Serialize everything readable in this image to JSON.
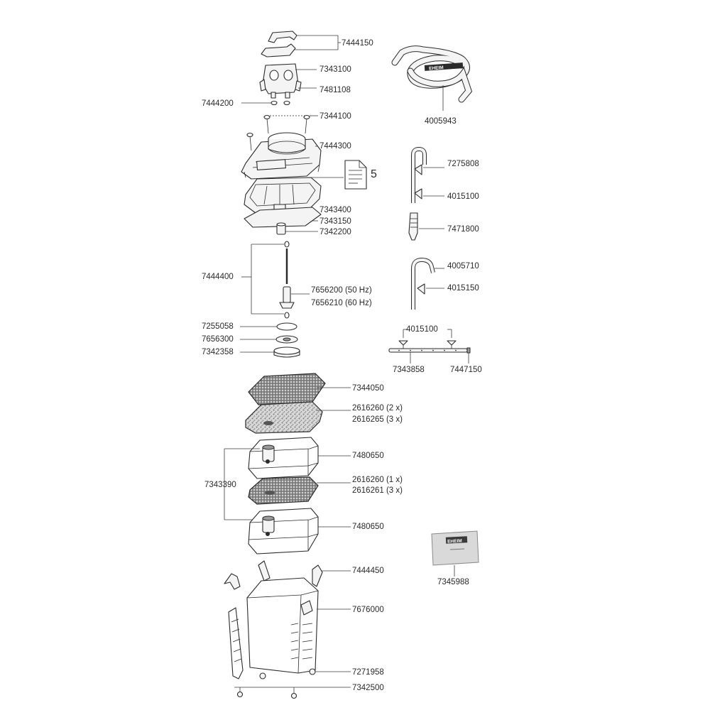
{
  "labels": {
    "p7444150": "7444150",
    "p7343100": "7343100",
    "p7481108": "7481108",
    "p7444200": "7444200",
    "p7344100": "7344100",
    "p7444300": "7444300",
    "doc_number": "5",
    "p7343400": "7343400",
    "p7343150": "7343150",
    "p7342200": "7342200",
    "p7444400": "7444400",
    "p7656200": "7656200 (50 Hz)",
    "p7656210": "7656210 (60 Hz)",
    "p7255058": "7255058",
    "p7656300": "7656300",
    "p7342358": "7342358",
    "p4005943": "4005943",
    "p7275808": "7275808",
    "p4015100": "4015100",
    "p7471800": "7471800",
    "p4005710": "4005710",
    "p4015150": "4015150",
    "p4015100b": "4015100",
    "p7343858": "7343858",
    "p7447150": "7447150",
    "p7344050": "7344050",
    "p2616260a": "2616260 (2 x)",
    "p2616265": "2616265 (3 x)",
    "p7480650a": "7480650",
    "p7343390": "7343390",
    "p2616260b": "2616260 (1 x)",
    "p2616261": "2616261 (3 x)",
    "p7480650b": "7480650",
    "p7444450": "7444450",
    "p7676000": "7676000",
    "p7271958": "7271958",
    "p7342500": "7342500",
    "p7345988": "7345988",
    "hose_brand": "EHEIM",
    "sachet_brand": "EHEIM"
  }
}
